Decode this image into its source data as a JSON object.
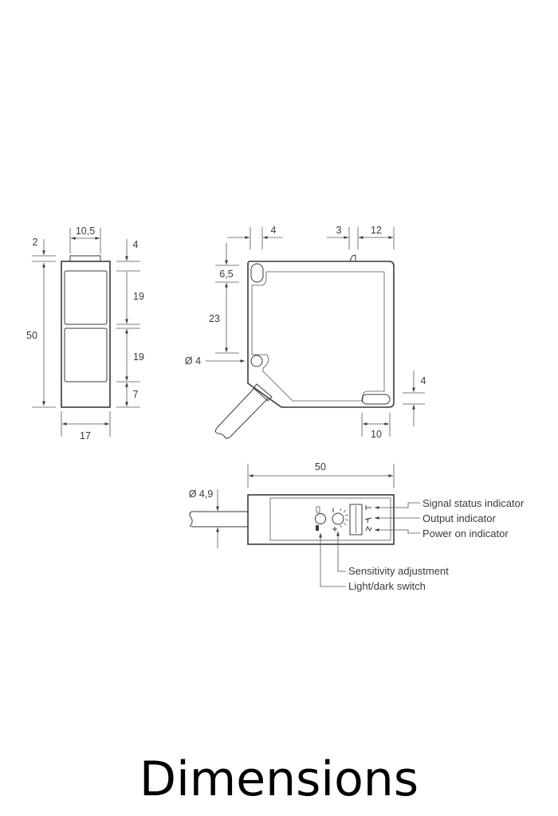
{
  "caption": "Dimensions",
  "side_view": {
    "dims": {
      "top_tab_width": "10,5",
      "top_tab_height": "2",
      "total_height": "50",
      "top_offset": "4",
      "upper_window": "19",
      "lower_window": "19",
      "bottom_offset": "7",
      "width": "17"
    }
  },
  "front_view": {
    "dims": {
      "left_hole_offset": "4",
      "tab_width": "3",
      "right_offset": "12",
      "top_hole_offset": "6,5",
      "hole_spacing": "23",
      "hole_diameter": "Ø 4",
      "slot_height": "4",
      "slot_width": "10"
    }
  },
  "top_view": {
    "dims": {
      "length": "50",
      "cable_diameter": "Ø 4,9"
    },
    "callouts": [
      {
        "label": "Signal status indicator"
      },
      {
        "label": "Output indicator"
      },
      {
        "label": "Power on indicator"
      },
      {
        "label": "Sensitivity adjustment"
      },
      {
        "label": "Light/dark switch"
      }
    ]
  }
}
